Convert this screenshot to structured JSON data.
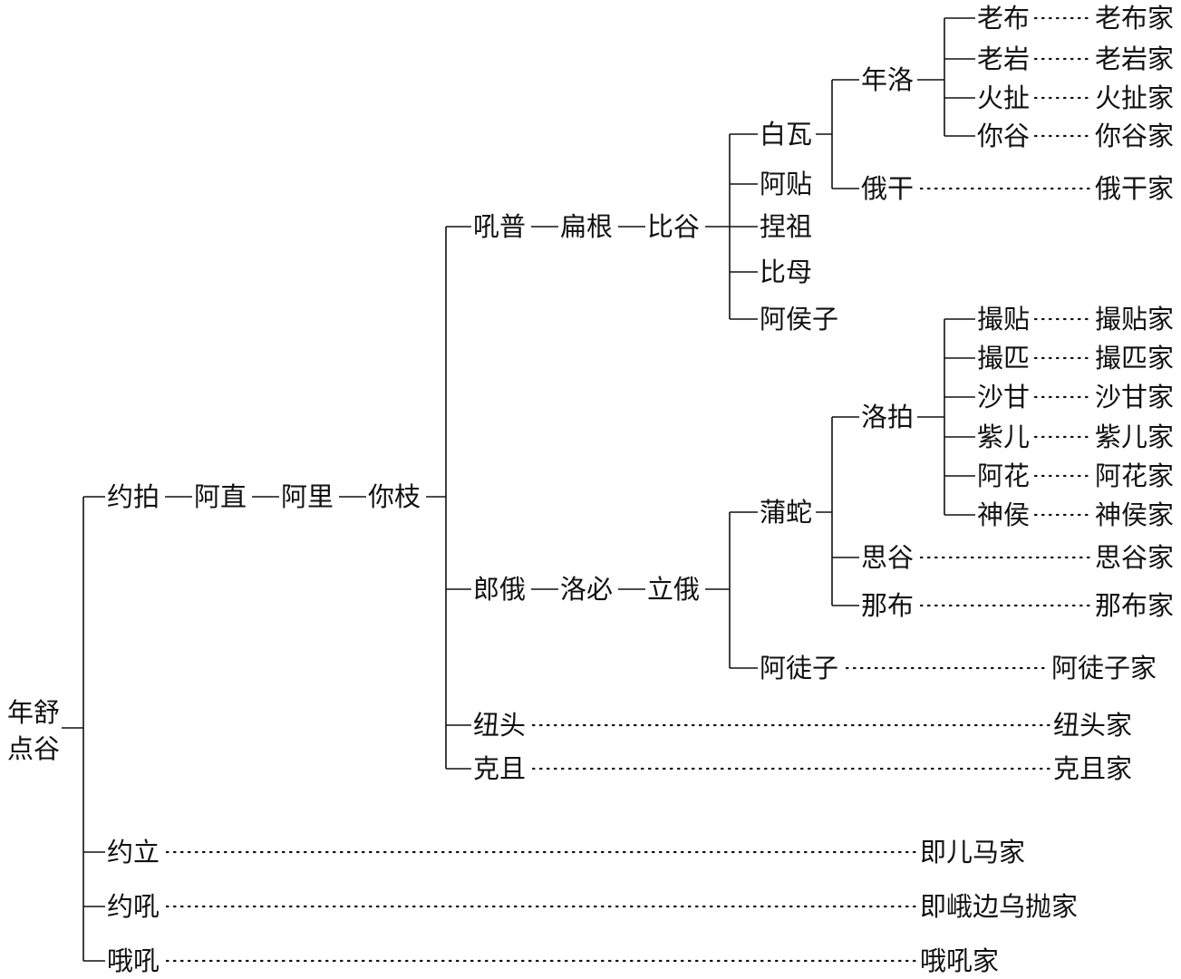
{
  "root": [
    "年舒",
    "点谷"
  ],
  "branches": [
    {
      "chain": [
        "约拍",
        "阿直",
        "阿里",
        "你枝"
      ],
      "children": [
        {
          "chain": [
            "吼普",
            "扁根",
            "比谷"
          ],
          "children": [
            {
              "name": "白瓦",
              "children": [
                {
                  "name": "年洛",
                  "children": [
                    {
                      "name": "老布",
                      "family": "老布家"
                    },
                    {
                      "name": "老岩",
                      "family": "老岩家"
                    },
                    {
                      "name": "火扯",
                      "family": "火扯家"
                    },
                    {
                      "name": "你谷",
                      "family": "你谷家"
                    }
                  ]
                },
                {
                  "name": "俄干",
                  "family": "俄干家"
                }
              ]
            },
            {
              "name": "阿贴"
            },
            {
              "name": "捏祖"
            },
            {
              "name": "比母"
            },
            {
              "name": "阿侯子"
            }
          ]
        },
        {
          "chain": [
            "郎俄",
            "洛必",
            "立俄"
          ],
          "children": [
            {
              "name": "蒲蛇",
              "children": [
                {
                  "name": "洛拍",
                  "children": [
                    {
                      "name": "撮贴",
                      "family": "撮贴家"
                    },
                    {
                      "name": "撮匹",
                      "family": "撮匹家"
                    },
                    {
                      "name": "沙甘",
                      "family": "沙甘家"
                    },
                    {
                      "name": "紫儿",
                      "family": "紫儿家"
                    },
                    {
                      "name": "阿花",
                      "family": "阿花家"
                    },
                    {
                      "name": "神侯",
                      "family": "神侯家"
                    }
                  ]
                },
                {
                  "name": "思谷",
                  "family": "思谷家"
                },
                {
                  "name": "那布",
                  "family": "那布家"
                }
              ]
            },
            {
              "name": "阿徒子",
              "family": "阿徒子家"
            }
          ]
        },
        {
          "name": "纽头",
          "family": "纽头家"
        },
        {
          "name": "克且",
          "family": "克且家"
        }
      ]
    },
    {
      "name": "约立",
      "family": "即儿马家"
    },
    {
      "name": "约吼",
      "family": "即峨边乌抛家"
    },
    {
      "name": "哦吼",
      "family": "哦吼家"
    }
  ]
}
